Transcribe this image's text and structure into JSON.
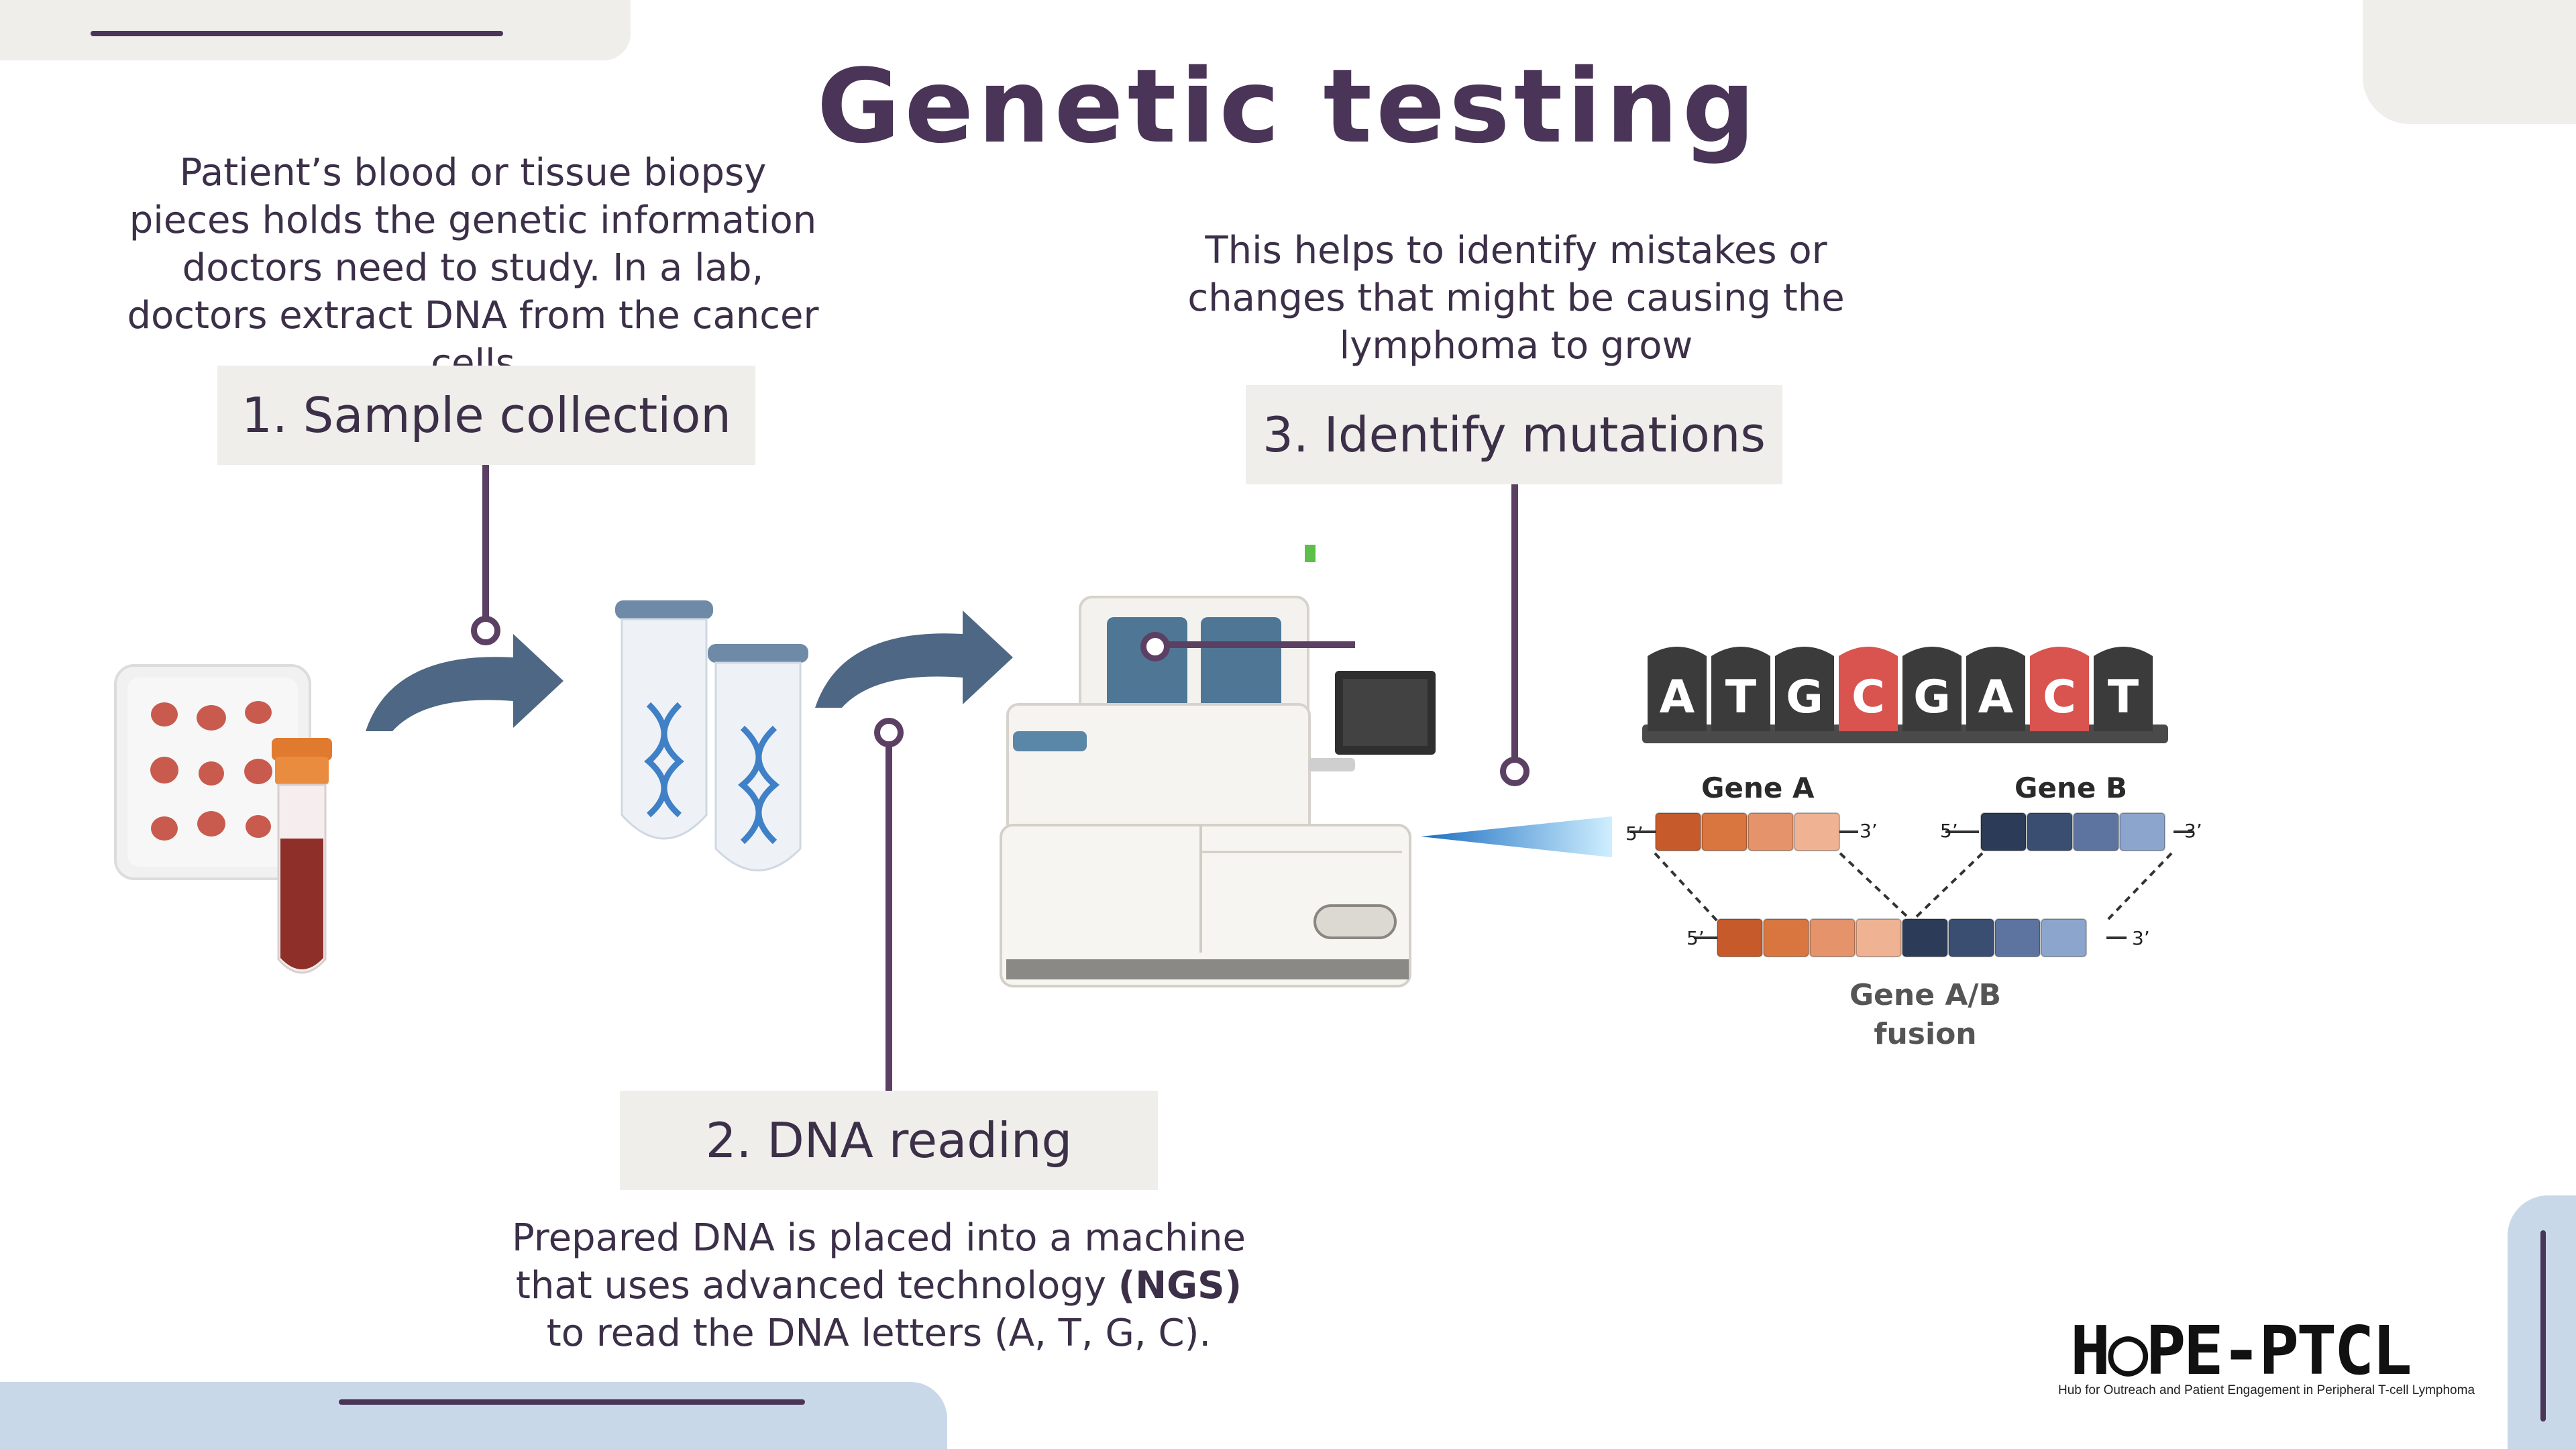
{
  "title": "Genetic testing",
  "steps": [
    {
      "label": "1. Sample collection",
      "description": "Patient’s blood or tissue biopsy pieces holds the genetic information doctors need to study. In a lab, doctors extract DNA from the cancer cells"
    },
    {
      "label": "2. DNA reading",
      "description_parts": [
        "Prepared DNA is placed into a machine that uses advanced technology ",
        "(NGS)",
        " to read the DNA letters (A, T, G, C)."
      ]
    },
    {
      "label": "3. Identify mutations",
      "description": "This helps to identify mistakes or changes that might be causing the lymphoma to grow"
    }
  ],
  "dna_sequence": [
    "A",
    "T",
    "G",
    "C",
    "G",
    "A",
    "C",
    "T"
  ],
  "dna_highlighted": [
    3,
    6
  ],
  "genes": {
    "gene_a": "Gene A",
    "gene_b": "Gene B",
    "fusion_line1": "Gene A/B",
    "fusion_line2": "fusion",
    "prime5": "5’",
    "prime3": "3’"
  },
  "logo": {
    "name": "H○PE-PTCL",
    "subtitle": "Hub for Outreach and Patient Engagement in Peripheral T-cell Lymphoma"
  },
  "colors": {
    "accent": "#4a3558",
    "gene_a": [
      "#c75a2a",
      "#d9753f",
      "#e4936a",
      "#efb293"
    ],
    "gene_b": [
      "#2b3b58",
      "#3a4e72",
      "#5d74a0",
      "#8ca5cc"
    ],
    "highlight_block": "#d9534f",
    "dark_block": "#3b3b3b"
  }
}
